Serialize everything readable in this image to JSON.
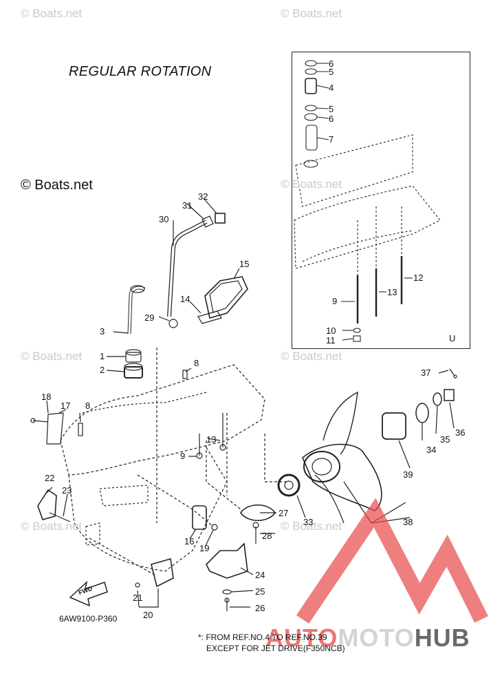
{
  "diagram": {
    "title": "REGULAR ROTATION",
    "copyright_main": "© Boats.net",
    "watermark": "© Boats.net",
    "inset_mark": "U",
    "part_code": "6AW9100-P360",
    "note_line1": "*: FROM REF.NO.4 TO REF.NO.39",
    "note_line2": "EXCEPT FOR JET DRIVE(F350NCB)",
    "fwd_label": "FWD",
    "logo": {
      "part1": "AUTO",
      "part2": "MOTO",
      "part3": "HUB",
      "colors": [
        "#e84848",
        "#c8c8c8",
        "#505050"
      ]
    }
  },
  "callouts": [
    "6",
    "5",
    "4",
    "5",
    "6",
    "7",
    "12",
    "13",
    "9",
    "10",
    "11",
    "32",
    "31",
    "30",
    "15",
    "14",
    "29",
    "3",
    "1",
    "2",
    "8",
    "18",
    "17",
    "8",
    "13",
    "9",
    "37",
    "36",
    "35",
    "34",
    "39",
    "38",
    "22",
    "23",
    "16",
    "19",
    "27",
    "33",
    "28",
    "24",
    "25",
    "26",
    "21",
    "20"
  ]
}
